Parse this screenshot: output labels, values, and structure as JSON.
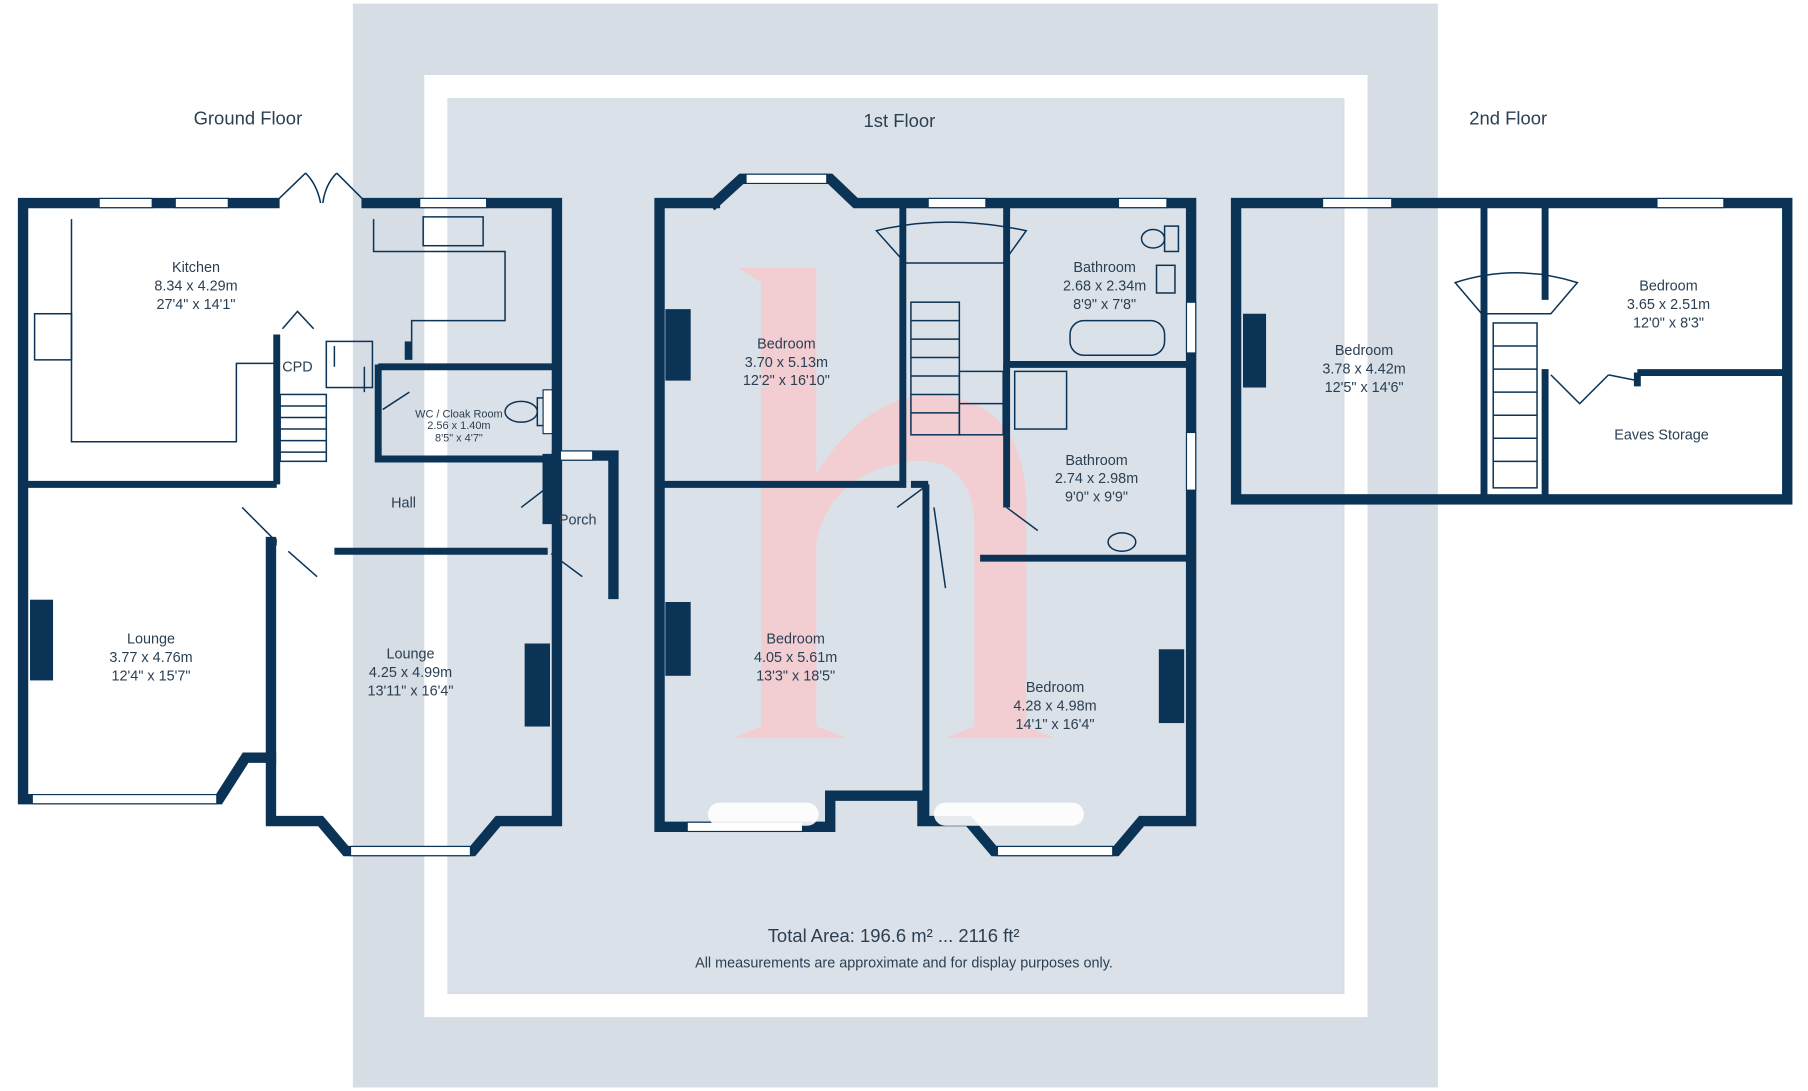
{
  "floors": [
    {
      "title": "Ground Floor"
    },
    {
      "title": "1st Floor"
    },
    {
      "title": "2nd Floor"
    }
  ],
  "rooms": {
    "kitchen": {
      "name": "Kitchen",
      "metric": "8.34 x 4.29m",
      "imperial": "27'4\" x 14'1\""
    },
    "cpd": {
      "name": "CPD"
    },
    "wc": {
      "name": "WC / Cloak Room",
      "metric": "2.56 x 1.40m",
      "imperial": "8'5\" x 4'7\""
    },
    "hall": {
      "name": "Hall"
    },
    "porch": {
      "name": "Porch"
    },
    "lounge1": {
      "name": "Lounge",
      "metric": "3.77 x 4.76m",
      "imperial": "12'4\" x 15'7\""
    },
    "lounge2": {
      "name": "Lounge",
      "metric": "4.25 x 4.99m",
      "imperial": "13'11\" x 16'4\""
    },
    "bed1": {
      "name": "Bedroom",
      "metric": "3.70 x 5.13m",
      "imperial": "12'2\" x 16'10\""
    },
    "bath1": {
      "name": "Bathroom",
      "metric": "2.68 x 2.34m",
      "imperial": "8'9\" x 7'8\""
    },
    "bath2": {
      "name": "Bathroom",
      "metric": "2.74 x 2.98m",
      "imperial": "9'0\" x 9'9\""
    },
    "bed2": {
      "name": "Bedroom",
      "metric": "4.05 x 5.61m",
      "imperial": "13'3\" x 18'5\""
    },
    "bed3": {
      "name": "Bedroom",
      "metric": "4.28 x 4.98m",
      "imperial": "14'1\" x 16'4\""
    },
    "bed4": {
      "name": "Bedroom",
      "metric": "3.78 x 4.42m",
      "imperial": "12'5\" x 14'6\""
    },
    "bed5": {
      "name": "Bedroom",
      "metric": "3.65 x 2.51m",
      "imperial": "12'0\" x 8'3\""
    },
    "eaves": {
      "name": "Eaves Storage"
    }
  },
  "footer": {
    "total_area": "Total Area: 196.6 m² ... 2116 ft²",
    "disclaimer": "All measurements are approximate and for display purposes only."
  },
  "colors": {
    "walls": "#0b3356",
    "panel": "#d6dde5",
    "watermark": "#f7c9cc"
  }
}
